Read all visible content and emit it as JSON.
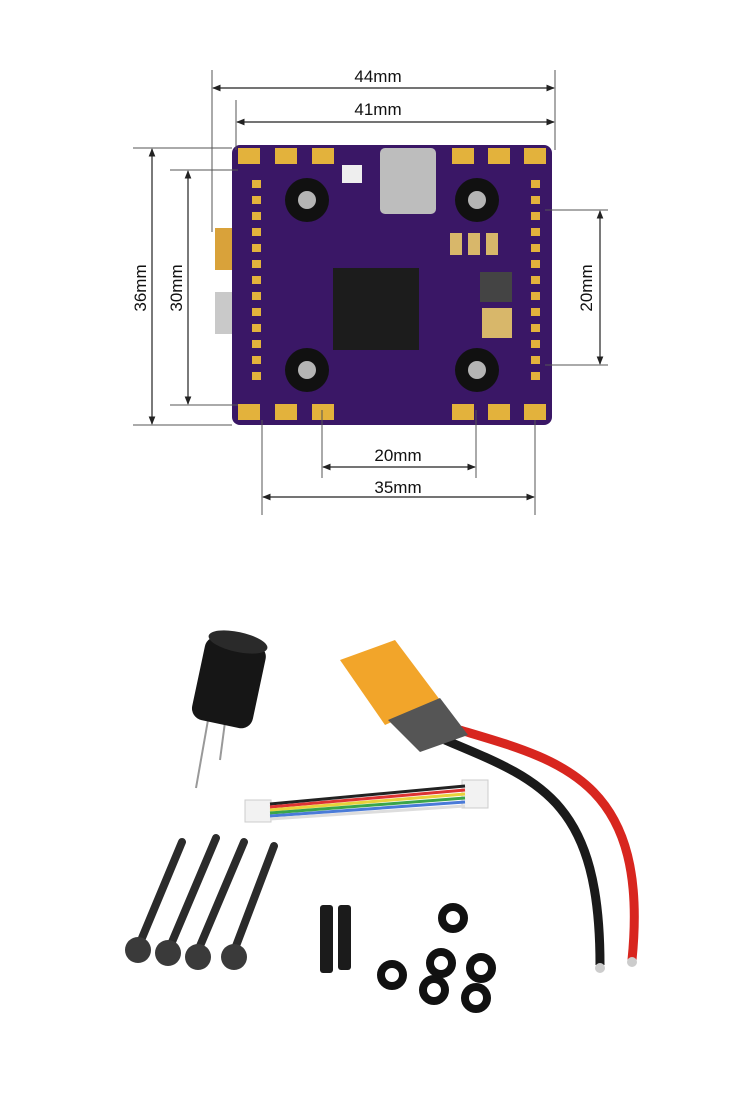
{
  "dimensions": {
    "overall_width": "44mm",
    "board_width": "41mm",
    "overall_height": "36mm",
    "mount_height": "30mm",
    "right_mount_spacing": "20mm",
    "bottom_mount_spacing": "20mm",
    "bottom_width": "35mm"
  },
  "colors": {
    "board": "#3a1766",
    "pad": "#e3b23c",
    "wire_red": "#d8261f",
    "wire_black": "#1a1a1a",
    "xt60": "#f2a52a"
  }
}
